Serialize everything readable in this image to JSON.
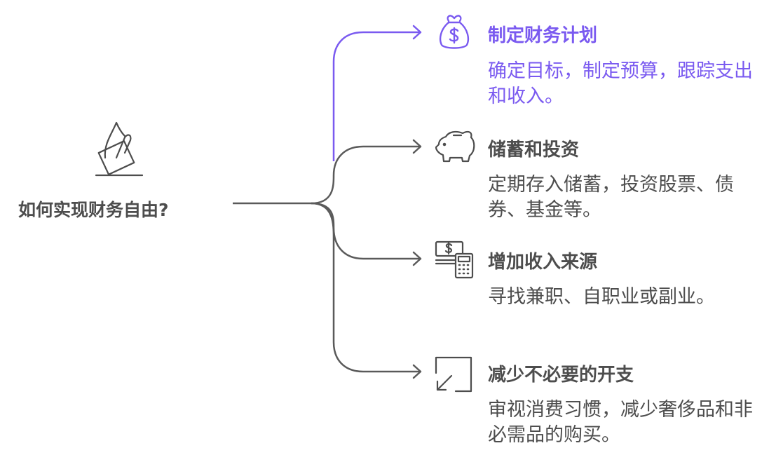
{
  "root": {
    "title": "如何实现财务自由?",
    "icon": "hand-dropping-ballot-icon"
  },
  "branches": [
    {
      "title": "制定财务计划",
      "desc": "确定目标，制定预算，跟踪支出和收入。",
      "icon": "money-bag-icon",
      "highlighted": true
    },
    {
      "title": "储蓄和投资",
      "desc": "定期存入储蓄，投资股票、债券、基金等。",
      "icon": "piggy-bank-icon",
      "highlighted": false
    },
    {
      "title": "增加收入来源",
      "desc": "寻找兼职、自职业或副业。",
      "icon": "cash-calculator-icon",
      "highlighted": false
    },
    {
      "title": "减少不必要的开支",
      "desc": "审视消费习惯，减少奢侈品和非必需品的购买。",
      "icon": "shrink-arrow-icon",
      "highlighted": false
    }
  ],
  "colors": {
    "accent": "#7a5af0",
    "text": "#4d4d4d",
    "line": "#5a5a5a"
  }
}
